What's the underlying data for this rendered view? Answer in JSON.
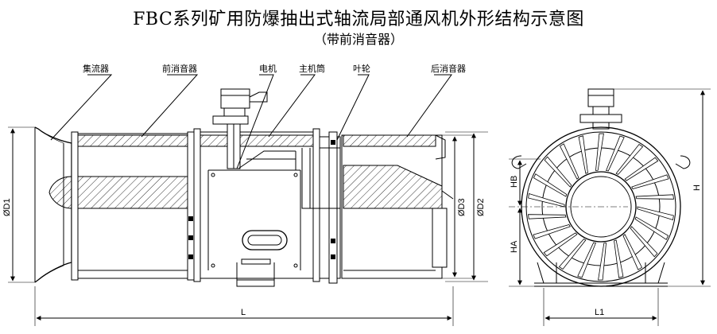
{
  "title": "FBC系列矿用防爆抽出式轴流局部通风机外形结构示意图",
  "subtitle": "（带前消音器）",
  "labels": {
    "collector": "集流器",
    "front_silencer": "前消音器",
    "motor": "电机",
    "main_casing": "主机筒",
    "impeller": "叶轮",
    "rear_silencer": "后消音器"
  },
  "dimensions": {
    "d1": "ØD1",
    "d2": "ØD2",
    "d3": "ØD3",
    "length": "L",
    "length1": "L1",
    "height": "H",
    "ha": "HA",
    "hb": "HB"
  }
}
